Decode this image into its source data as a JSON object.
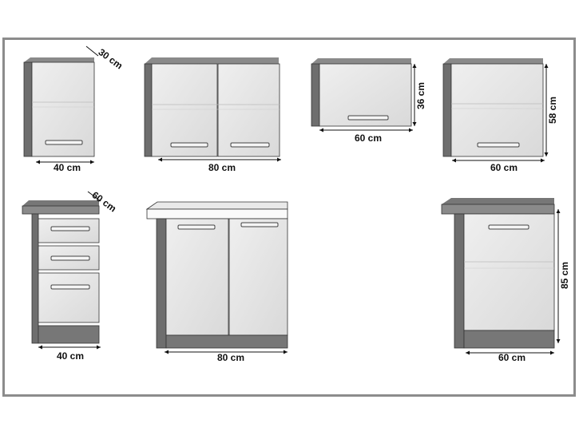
{
  "colors": {
    "frame": "#8c8c8c",
    "side": "#6e6e6e",
    "top": "#8a8a8a",
    "front": "#e6e6e6",
    "plinth": "#777777",
    "handle": "#555555",
    "countertop": "#fafafa"
  },
  "wall_cabinets": [
    {
      "id": "wall-40",
      "width_label": "40 cm",
      "depth_label": "30 cm"
    },
    {
      "id": "wall-80",
      "width_label": "80 cm"
    },
    {
      "id": "wall-60-low",
      "width_label": "60 cm",
      "height_label": "36 cm"
    },
    {
      "id": "wall-60",
      "width_label": "60 cm",
      "height_label": "58 cm"
    }
  ],
  "base_cabinets": [
    {
      "id": "base-40-drawers",
      "width_label": "40 cm",
      "depth_label": "60 cm"
    },
    {
      "id": "base-80",
      "width_label": "80 cm"
    },
    {
      "id": "base-60",
      "width_label": "60 cm",
      "height_label": "85 cm"
    }
  ]
}
